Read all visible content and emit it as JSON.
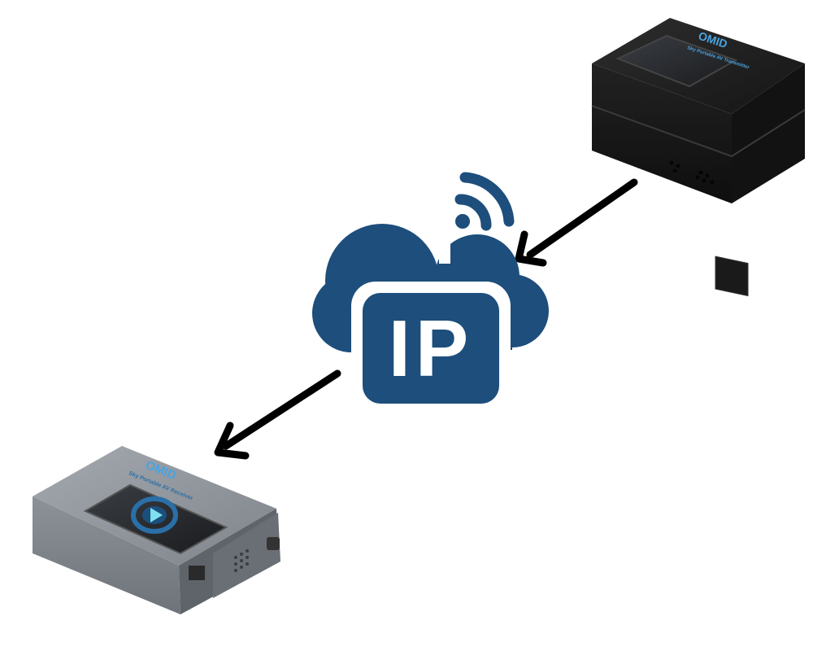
{
  "colors": {
    "cloud": "#1d4e7c",
    "arrow": "#000000",
    "transmitter_body": "#1c1c1c",
    "receiver_body": "#8e939b",
    "brand": "#4aa3df"
  },
  "cloud": {
    "label": "IP",
    "icon": "cloud-ip-wifi-icon"
  },
  "transmitter": {
    "brand": "OMID",
    "subtitle": "Sky Portable AV Transmitter"
  },
  "receiver": {
    "brand": "OMID",
    "subtitle": "Sky Portable AV Receiver"
  }
}
